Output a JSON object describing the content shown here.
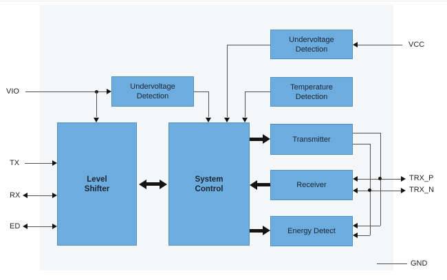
{
  "diagram": {
    "blocks": {
      "uvd_vio": {
        "lines": [
          "Undervoltage",
          "Detection"
        ]
      },
      "uvd_vcc": {
        "lines": [
          "Undervoltage",
          "Detection"
        ]
      },
      "temperature": {
        "lines": [
          "Temperature",
          "Detection"
        ]
      },
      "transmitter": {
        "lines": [
          "Transmitter"
        ]
      },
      "receiver": {
        "lines": [
          "Receiver"
        ]
      },
      "energy_detect": {
        "lines": [
          "Energy Detect"
        ]
      },
      "level_shifter": {
        "lines": [
          "Level",
          "Shifter"
        ]
      },
      "system_control": {
        "lines": [
          "System",
          "Control"
        ]
      }
    },
    "ports": {
      "vio": "VIO",
      "tx": "TX",
      "rx": "RX",
      "ed": "ED",
      "vcc": "VCC",
      "trx_p": "TRX_P",
      "trx_n": "TRX_N",
      "gnd": "GND"
    },
    "colors": {
      "block_fill": "#6CACDE",
      "block_border": "#4E90C6",
      "panel_bg": "#F5F6F8",
      "line": "#4F4F4F",
      "arrow": "#141414",
      "block_text": "#1B2430"
    }
  }
}
